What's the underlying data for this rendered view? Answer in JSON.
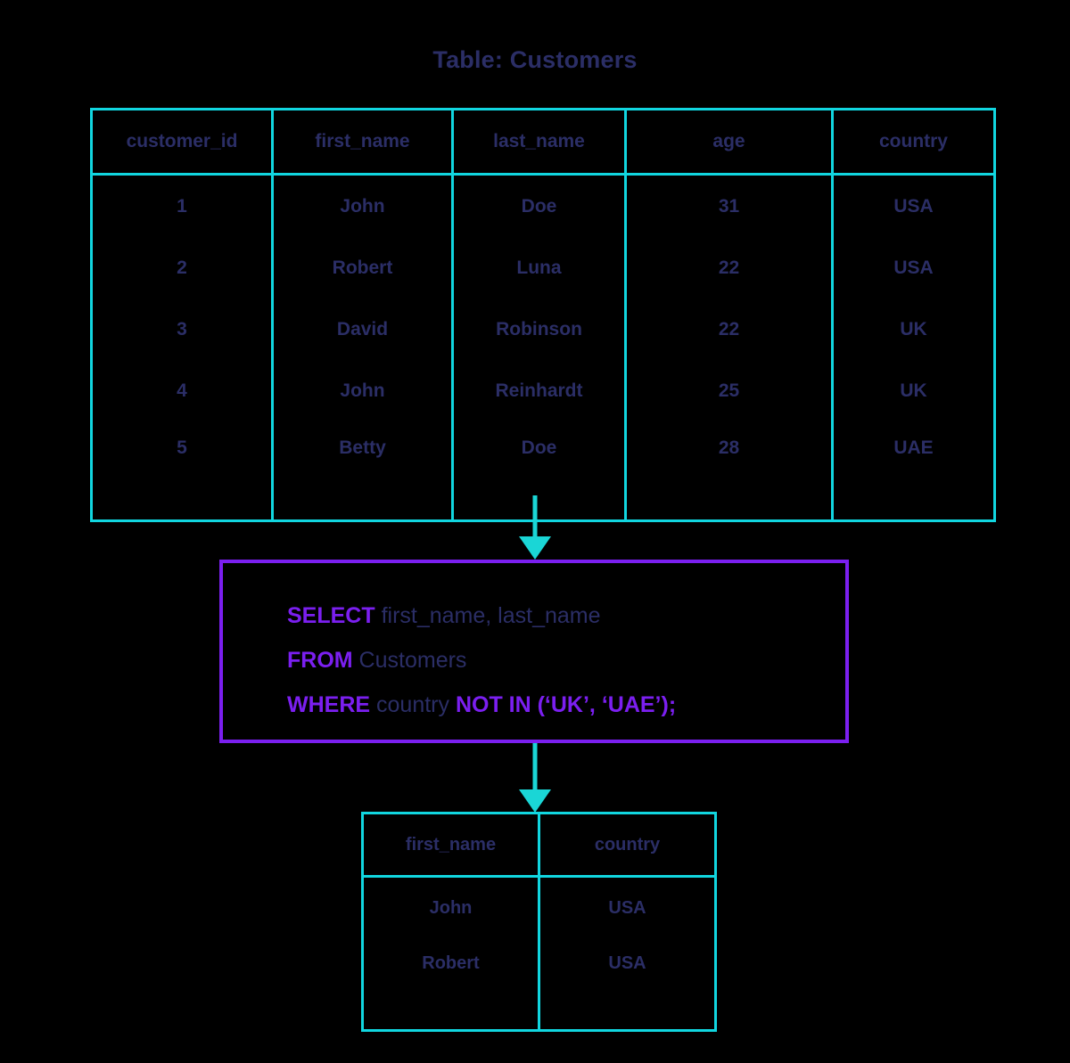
{
  "title": "Table: Customers",
  "colors": {
    "background": "#000000",
    "table_border": "#11d6e0",
    "text": "#2b2e66",
    "keyword": "#7b1ff0",
    "arrow": "#1ad6d6",
    "query_box_border": "#7b1ff0"
  },
  "source_table": {
    "name": "Customers",
    "columns": [
      "customer_id",
      "first_name",
      "last_name",
      "age",
      "country"
    ],
    "rows": [
      [
        "1",
        "John",
        "Doe",
        "31",
        "USA"
      ],
      [
        "2",
        "Robert",
        "Luna",
        "22",
        "USA"
      ],
      [
        "3",
        "David",
        "Robinson",
        "22",
        "UK"
      ],
      [
        "4",
        "John",
        "Reinhardt",
        "25",
        "UK"
      ],
      [
        "5",
        "Betty",
        "Doe",
        "28",
        "UAE"
      ]
    ]
  },
  "query": {
    "line1": {
      "keyword": "SELECT",
      "rest": " first_name, last_name"
    },
    "line2": {
      "keyword": "FROM",
      "rest": " Customers"
    },
    "line3": {
      "keyword": "WHERE",
      "column": " country ",
      "operator": "NOT IN",
      "values": " (‘UK’, ‘UAE’);"
    }
  },
  "result_table": {
    "columns": [
      "first_name",
      "country"
    ],
    "rows": [
      [
        "John",
        "USA"
      ],
      [
        "Robert",
        "USA"
      ]
    ]
  },
  "arrows": {
    "source_to_query": "down-arrow",
    "query_to_result": "down-arrow"
  }
}
